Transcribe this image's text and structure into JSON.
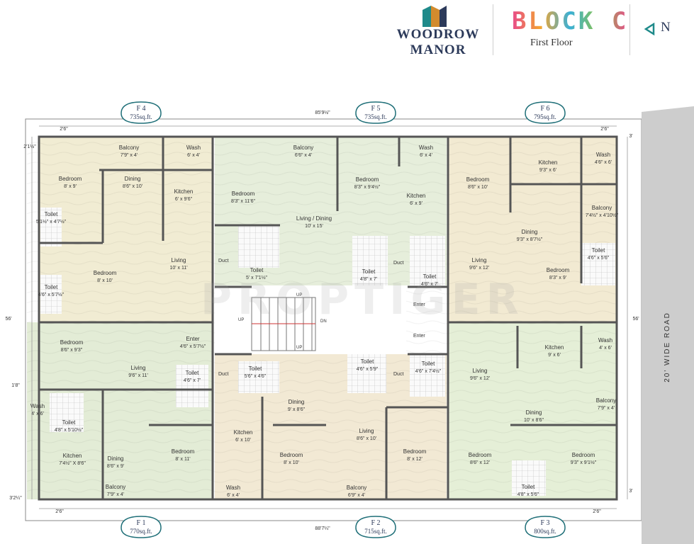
{
  "brand": {
    "name_line1": "WOODROW",
    "name_line2": "MANOR"
  },
  "block_title": "BLOCK C",
  "floor": "First Floor",
  "north_label": "N",
  "watermark": "PROPTIGER",
  "road_label": "20' WIDE ROAD",
  "flats": [
    {
      "id": "F 4",
      "area": "735",
      "unit": "sq.ft."
    },
    {
      "id": "F 5",
      "area": "735",
      "unit": "sq.ft."
    },
    {
      "id": "F 6",
      "area": "795",
      "unit": "sq.ft."
    },
    {
      "id": "F 1",
      "area": "770",
      "unit": "sq.ft."
    },
    {
      "id": "F 2",
      "area": "715",
      "unit": "sq.ft."
    },
    {
      "id": "F 3",
      "area": "800",
      "unit": "sq.ft."
    }
  ],
  "dimensions": {
    "top_overall": "85'9½\"",
    "bottom_overall": "88'7¼\"",
    "left_height": "56'",
    "right_height": "56'",
    "top_left_offset": "2'6\"",
    "top_right_offset": "2'6\"",
    "bottom_left_offset": "2'6\"",
    "bottom_right_offset": "2'6\"",
    "left_top_corner": "2'1½\"",
    "left_mid": "1'8\"",
    "left_bottom_corner": "3'2¼\"",
    "right_top": "3'",
    "right_bottom": "3'"
  },
  "rooms": [
    {
      "name": "Balcony",
      "size": "7'9\" x 4'"
    },
    {
      "name": "Wash",
      "size": "6' x 4'"
    },
    {
      "name": "Bedroom",
      "size": "8' x 9'"
    },
    {
      "name": "Dining",
      "size": "8'6\" x 10'"
    },
    {
      "name": "Kitchen",
      "size": "6' x 9'6\""
    },
    {
      "name": "Toilet",
      "size": "5'1½\" x 4'7½\""
    },
    {
      "name": "Living",
      "size": "10' x 11'"
    },
    {
      "name": "Bedroom",
      "size": "8' x 10'"
    },
    {
      "name": "Toilet",
      "size": "4'6\" x 5'7½\""
    },
    {
      "name": "Bedroom",
      "size": "8'3\" x 11'6\""
    },
    {
      "name": "Balcony",
      "size": "6'6\" x 4'"
    },
    {
      "name": "Living / Dining",
      "size": "10' x 15'"
    },
    {
      "name": "Bedroom",
      "size": "8'3\" x 9'4½\""
    },
    {
      "name": "Wash",
      "size": "6' x 4'"
    },
    {
      "name": "Kitchen",
      "size": "6' x 9'"
    },
    {
      "name": "Toilet",
      "size": "5' x 7'1½\""
    },
    {
      "name": "Toilet",
      "size": "4'8\" x 7'"
    },
    {
      "name": "Toilet",
      "size": "4'6\" x 7'"
    },
    {
      "name": "Bedroom",
      "size": "8'6\" x 10'"
    },
    {
      "name": "Kitchen",
      "size": "9'3\" x 6'"
    },
    {
      "name": "Wash",
      "size": "4'6\" x 6'"
    },
    {
      "name": "Balcony",
      "size": "7'4½\" x 4'10½\""
    },
    {
      "name": "Dining",
      "size": "9'3\" x 8'7½\""
    },
    {
      "name": "Toilet",
      "size": "4'6\" x 5'6\""
    },
    {
      "name": "Living",
      "size": "9'6\" x 12'"
    },
    {
      "name": "Bedroom",
      "size": "8'3\" x 9'"
    },
    {
      "name": "Bedroom",
      "size": "8'6\" x 9'3\""
    },
    {
      "name": "Living",
      "size": "9'6\" x 11'"
    },
    {
      "name": "Enter",
      "size": "4'6\" x 5'7½\""
    },
    {
      "name": "Toilet",
      "size": "4'6\" x 7'"
    },
    {
      "name": "Wash",
      "size": "4' x 6'"
    },
    {
      "name": "Toilet",
      "size": "4'8\" x 5'10½\""
    },
    {
      "name": "Kitchen",
      "size": "7'4½\" X 8'6\""
    },
    {
      "name": "Dining",
      "size": "8'6\" x 9'"
    },
    {
      "name": "Bedroom",
      "size": "8' x 11'"
    },
    {
      "name": "Balcony",
      "size": "7'9\" x 4'"
    },
    {
      "name": "Toilet",
      "size": "5'6\" x 4'6\""
    },
    {
      "name": "Toilet",
      "size": "4'6\" x 5'9\""
    },
    {
      "name": "Dining",
      "size": "9' x 8'6\""
    },
    {
      "name": "Kitchen",
      "size": "6' x 10'"
    },
    {
      "name": "Living",
      "size": "8'6\" x 10'"
    },
    {
      "name": "Bedroom",
      "size": "8' x 10'"
    },
    {
      "name": "Bedroom",
      "size": "8' x 12'"
    },
    {
      "name": "Wash",
      "size": "6' x 4'"
    },
    {
      "name": "Balcony",
      "size": "6'9\" x 4'"
    },
    {
      "name": "Toilet",
      "size": "4'6\" x 7'4½\""
    },
    {
      "name": "Living",
      "size": "9'6\" x 12'"
    },
    {
      "name": "Kitchen",
      "size": "9' x 6'"
    },
    {
      "name": "Wash",
      "size": "4' x 6'"
    },
    {
      "name": "Balcony",
      "size": "7'9\" x 4'"
    },
    {
      "name": "Dining",
      "size": "10' x 8'6\""
    },
    {
      "name": "Bedroom",
      "size": "8'6\" x 12'"
    },
    {
      "name": "Toilet",
      "size": "4'8\" x 5'6\""
    },
    {
      "name": "Bedroom",
      "size": "9'3\" x 9'1½\""
    }
  ],
  "labels": {
    "duct": "Duct",
    "enter": "Enter",
    "up": "UP",
    "dn": "DN"
  },
  "colors": {
    "f4": "#f1ecd3",
    "f5": "#e6eedb",
    "f6": "#f2ead2",
    "f1": "#e3ecd6",
    "f2": "#f2e9d4",
    "f3": "#e5efd7",
    "wall": "#555555",
    "brand": "#2c3a5a",
    "road": "#cdcdcd"
  },
  "icons": [
    "logo-icon",
    "north-arrow-icon"
  ]
}
